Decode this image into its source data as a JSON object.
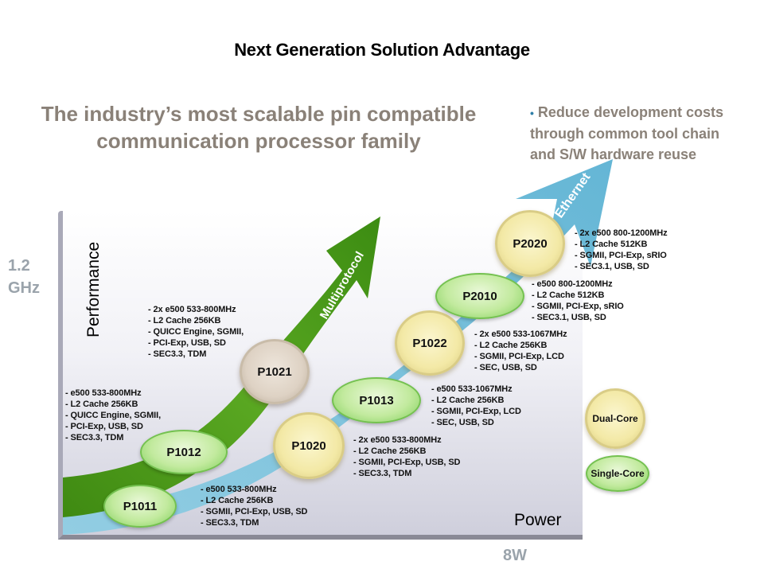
{
  "slide": {
    "title": "Next Generation Solution Advantage",
    "subtitle_line1": "The industry’s most scalable pin compatible",
    "subtitle_line2": "communication processor family",
    "bullet": {
      "icon": "bullet-dot",
      "line1": "Reduce development costs",
      "line2": "through common tool chain",
      "line3": "and S/W hardware reuse"
    }
  },
  "axes": {
    "y_label": "Performance",
    "y_value_line1": "1.2",
    "y_value_line2": "GHz",
    "x_label": "Power",
    "x_value": "8W"
  },
  "arrows": {
    "green": {
      "label": "Multiprotocol",
      "color": "#4f9a1c"
    },
    "blue": {
      "label": "Ethernet",
      "color": "#6cbcd8"
    }
  },
  "colors": {
    "single_core": "#b9e598",
    "dual_core": "#f3e9a6",
    "p1021": "#ded2c4",
    "subtitle_gray": "#8a8178"
  },
  "processors": [
    {
      "name": "P1011",
      "type": "Single-Core",
      "specs": [
        "- e500 533-800MHz",
        "- L2 Cache 256KB",
        "- SGMII, PCI-Exp, USB, SD",
        "- SEC3.3, TDM"
      ]
    },
    {
      "name": "P1012",
      "type": "Single-Core",
      "specs": [
        "- e500 533-800MHz",
        "- L2 Cache 256KB",
        "- QUICC Engine, SGMII,",
        "- PCI-Exp, USB, SD",
        "- SEC3.3, TDM"
      ]
    },
    {
      "name": "P1020",
      "type": "Dual-Core",
      "specs": [
        "- 2x e500 533-800MHz",
        "- L2 Cache 256KB",
        "- SGMII, PCI-Exp, USB, SD",
        "- SEC3.3, TDM"
      ]
    },
    {
      "name": "P1021",
      "type": "Dual-Core",
      "specs": [
        "- 2x e500 533-800MHz",
        "- L2 Cache 256KB",
        "- QUICC Engine, SGMII,",
        "- PCI-Exp, USB, SD",
        "- SEC3.3, TDM"
      ]
    },
    {
      "name": "P1013",
      "type": "Single-Core",
      "specs": [
        "- e500 533-1067MHz",
        "- L2 Cache 256KB",
        "- SGMII, PCI-Exp, LCD",
        "- SEC, USB, SD"
      ]
    },
    {
      "name": "P1022",
      "type": "Dual-Core",
      "specs": [
        "- 2x e500 533-1067MHz",
        "- L2 Cache 256KB",
        "- SGMII, PCI-Exp, LCD",
        "- SEC, USB, SD"
      ]
    },
    {
      "name": "P2010",
      "type": "Single-Core",
      "specs": [
        "- e500 800-1200MHz",
        "- L2 Cache 512KB",
        "- SGMII, PCI-Exp, sRIO",
        "- SEC3.1, USB, SD"
      ]
    },
    {
      "name": "P2020",
      "type": "Dual-Core",
      "specs": [
        "- 2x e500 800-1200MHz",
        "- L2 Cache 512KB",
        "- SGMII, PCI-Exp, sRIO",
        "- SEC3.1, USB, SD"
      ]
    }
  ],
  "legend": {
    "dual": "Dual-Core",
    "single": "Single-Core"
  }
}
